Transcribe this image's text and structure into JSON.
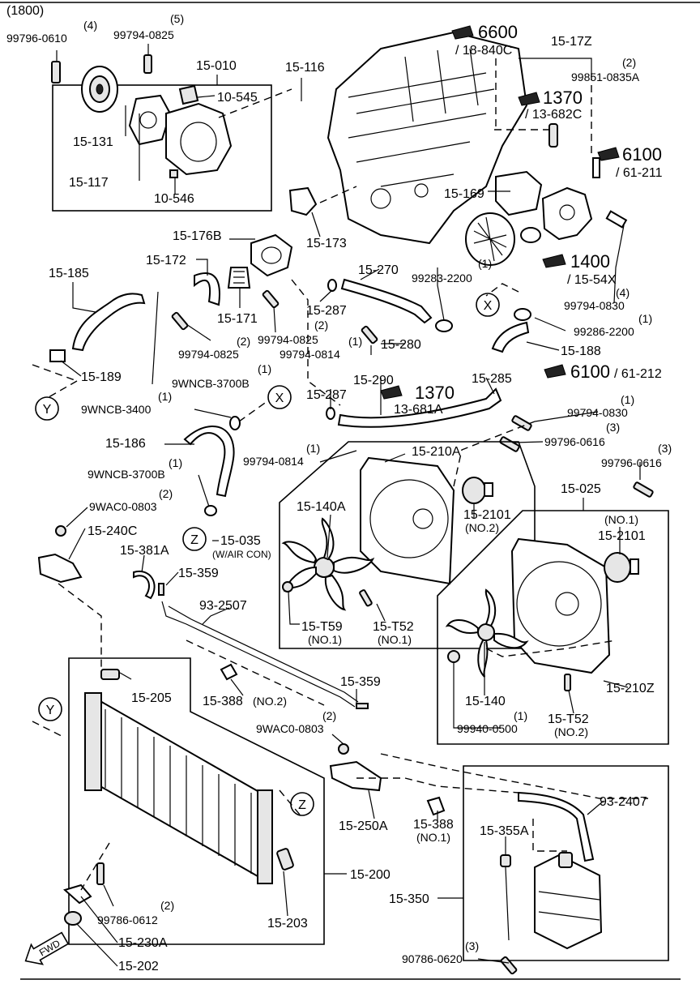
{
  "header": {
    "code": "(1800)"
  },
  "arrow_refs": [
    {
      "id": "ref-6600",
      "num": "6600",
      "sub": "/ 18-840C"
    },
    {
      "id": "ref-1370-a",
      "num": "1370",
      "sub": "/ 13-682C"
    },
    {
      "id": "ref-6100-a",
      "num": "6100",
      "sub": "/ 61-211"
    },
    {
      "id": "ref-1400",
      "num": "1400",
      "sub": "/ 15-54X"
    },
    {
      "id": "ref-1370-b",
      "num": "1370",
      "sub": "13-681A"
    },
    {
      "id": "ref-6100-b",
      "num": "6100",
      "sub": "/ 61-212"
    }
  ],
  "circle_markers": {
    "x1": "X",
    "x2": "X",
    "y1": "Y",
    "y2": "Y",
    "z1": "Z",
    "z2": "Z"
  },
  "labels": {
    "l1": "99796-0610",
    "q1": "(4)",
    "l2": "99794-0825",
    "q2": "(5)",
    "l3": "15-010",
    "l4": "15-131",
    "l5": "10-545",
    "l6": "15-117",
    "l7": "10-546",
    "l8": "15-116",
    "l9": "15-17Z",
    "l10": "99851-0835A",
    "q10": "(2)",
    "l11": "15-169",
    "l12": "15-173",
    "l13": "15-176B",
    "l14": "15-172",
    "l15": "15-185",
    "l16": "15-171",
    "l17": "15-270",
    "l18": "99283-2200",
    "q18": "(1)",
    "l19": "15-287",
    "l20": "99794-0830",
    "q20": "(4)",
    "l21": "99286-2200",
    "q21": "(1)",
    "l22": "99794-0825",
    "q22": "(2)",
    "l23": "99794-0825",
    "q23": "(2)",
    "l24": "99794-0814",
    "q24": "(1)",
    "l25": "15-280",
    "l26": "15-188",
    "l27": "15-189",
    "l28": "9WNCB-3700B",
    "q28": "(1)",
    "l29": "15-290",
    "l30": "15-285",
    "l31": "15-287",
    "l32": "9WNCB-3400",
    "q32": "(1)",
    "l33": "99794-0830",
    "q33": "(1)",
    "l34": "15-186",
    "l35": "99796-0616",
    "q35": "(3)",
    "l36": "99794-0814",
    "q36": "(1)",
    "l37": "15-210A",
    "l38": "9WNCB-3700B",
    "q38": "(1)",
    "l39": "99796-0616",
    "q39": "(3)",
    "l40": "9WAC0-0803",
    "q40": "(2)",
    "l41": "15-140A",
    "l42": "15-2101",
    "l43": "(NO.2)",
    "l44": "15-025",
    "l45": "15-240C",
    "l46": "15-035",
    "l47": "(W/AIR CON)",
    "l48": "(NO.1)",
    "l49": "15-2101",
    "l50": "15-381A",
    "l51": "15-359",
    "l52": "93-2507",
    "l53": "15-T59",
    "l54": "(NO.1)",
    "l55": "15-T52",
    "l56": "(NO.1)",
    "l57": "15-205",
    "l58": "15-388",
    "l59": "(NO.2)",
    "l60": "15-359",
    "l61": "15-140",
    "l62": "15-210Z",
    "l63": "15-T52",
    "l64": "(NO.2)",
    "l65": "99940-0500",
    "q65": "(1)",
    "l66": "9WAC0-0803",
    "q66": "(2)",
    "l67": "93-2407",
    "l68": "15-250A",
    "l69": "15-388",
    "l70": "(NO.1)",
    "l71": "15-355A",
    "l72": "15-200",
    "l73": "15-203",
    "l74": "15-350",
    "l75": "99786-0612",
    "q75": "(2)",
    "l76": "15-230A",
    "l77": "90786-0620",
    "q77": "(3)",
    "l78": "15-202"
  },
  "fwd_badge": "FWD"
}
